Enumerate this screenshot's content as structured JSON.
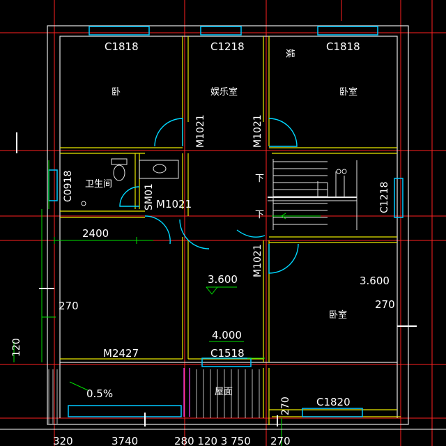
{
  "colors": {
    "background": "#000000",
    "axis_red": "#ff2020",
    "wall_white": "#e6e6e6",
    "wall_yellow": "#e8e800",
    "window_cyan": "#00c8ff",
    "door_cyan": "#00d8ff",
    "dim_green": "#00e000",
    "text": "#ffffff"
  },
  "windows": {
    "w_top_left": "C1818",
    "w_top_mid": "C1218",
    "w_top_right": "C1818",
    "w_bath": "C0918",
    "w_stair": "C1218",
    "w_terrace": "C1518",
    "w_bottom_right": "C1820"
  },
  "doors": {
    "d_ent_left": "M1021",
    "d_ent_right": "M1021",
    "d_bath": "SM01",
    "d_bed_mid": "M1021",
    "d_corridor": "M1021",
    "d_balcony": "M2427"
  },
  "rooms": {
    "bedroom_left": "卧",
    "entertainment": "娱乐室",
    "bedroom_right": "卧室",
    "bedroom_lower": "卧室",
    "bathroom": "卫生间",
    "ent_fragment": "娱",
    "roof_area": "屋面"
  },
  "dimensions": {
    "d2400": "2400",
    "d270_left": "270",
    "d120": "120",
    "d270_right": "270",
    "d270_bottom": "270"
  },
  "elevations": {
    "e3600_mid": "3.600",
    "e3600_right": "3.600",
    "e4000": "4.000"
  },
  "slope": "0.5%",
  "stair_marks": {
    "down_top": "下",
    "down_bottom": "下"
  },
  "bottom_dims": {
    "b_left": "320",
    "b_mid": "3740",
    "b_right": "280 120 3 750",
    "b_far": "270"
  }
}
